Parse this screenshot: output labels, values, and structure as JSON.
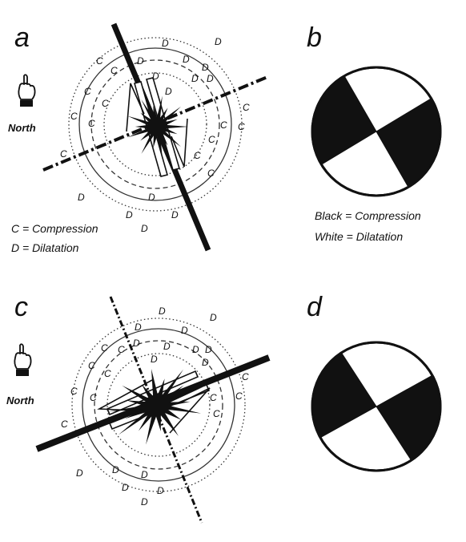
{
  "panels": [
    {
      "letter": "a",
      "north": "North",
      "legend": [
        "C = Compression",
        "D = Dilatation"
      ]
    },
    {
      "letter": "b",
      "legend": [
        "Black = Compression",
        "White = Dilatation"
      ]
    },
    {
      "letter": "c",
      "north": "North"
    },
    {
      "letter": "d"
    }
  ],
  "polarity": {
    "compression": "C",
    "dilatation": "D"
  },
  "colors": {
    "ink": "#111111",
    "background": "#ffffff"
  },
  "icons": {
    "north_indicator": "pointing-hand-icon"
  }
}
